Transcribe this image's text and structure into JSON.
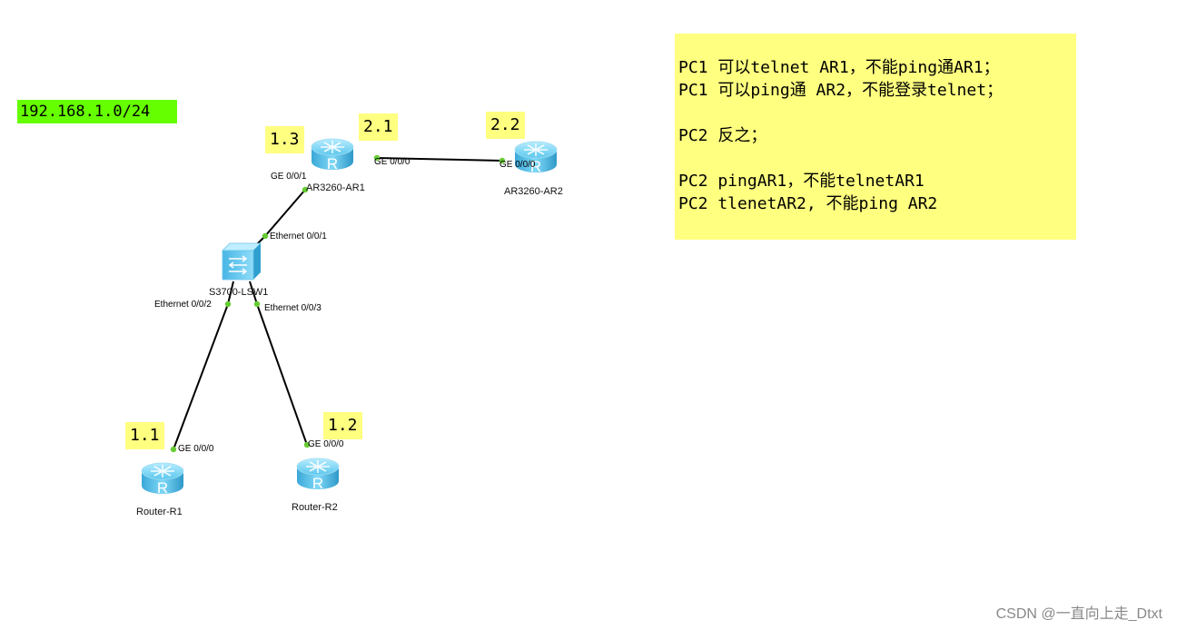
{
  "subnet_label": "192.168.1.0/24",
  "devices": {
    "ar1": {
      "name": "AR3260-AR1",
      "ip_tag": "1.3",
      "port_ge001": "GE 0/0/1",
      "port_ge000": "GE 0/0/0"
    },
    "ar2": {
      "name": "AR3260-AR2",
      "ip_tag": "2.2",
      "port_ge000": "GE 0/0/0"
    },
    "link_ar1_ar2": {
      "ip_tag": "2.1"
    },
    "lsw1": {
      "name": "S3700-LSW1",
      "port_e001": "Ethernet 0/0/1",
      "port_e002": "Ethernet 0/0/2",
      "port_e003": "Ethernet 0/0/3"
    },
    "r1": {
      "name": "Router-R1",
      "ip_tag": "1.1",
      "port_ge000": "GE 0/0/0"
    },
    "r2": {
      "name": "Router-R2",
      "ip_tag": "1.2",
      "port_ge000": "GE 0/0/0"
    }
  },
  "notes": [
    "PC1 可以telnet AR1，不能ping通AR1；",
    "PC1 可以ping通 AR2，不能登录telnet；",
    "",
    "PC2 反之；",
    "",
    "PC2 pingAR1，不能telnetAR1",
    "PC2 tlenetAR2, 不能ping AR2"
  ],
  "watermark": "CSDN @一直向上走_Dtxt",
  "colors": {
    "tag_bg": "#ffff80",
    "subnet_bg": "#66ff00",
    "link": "#000000",
    "port_dot": "#66cc33",
    "router": "#5cc8ee"
  }
}
